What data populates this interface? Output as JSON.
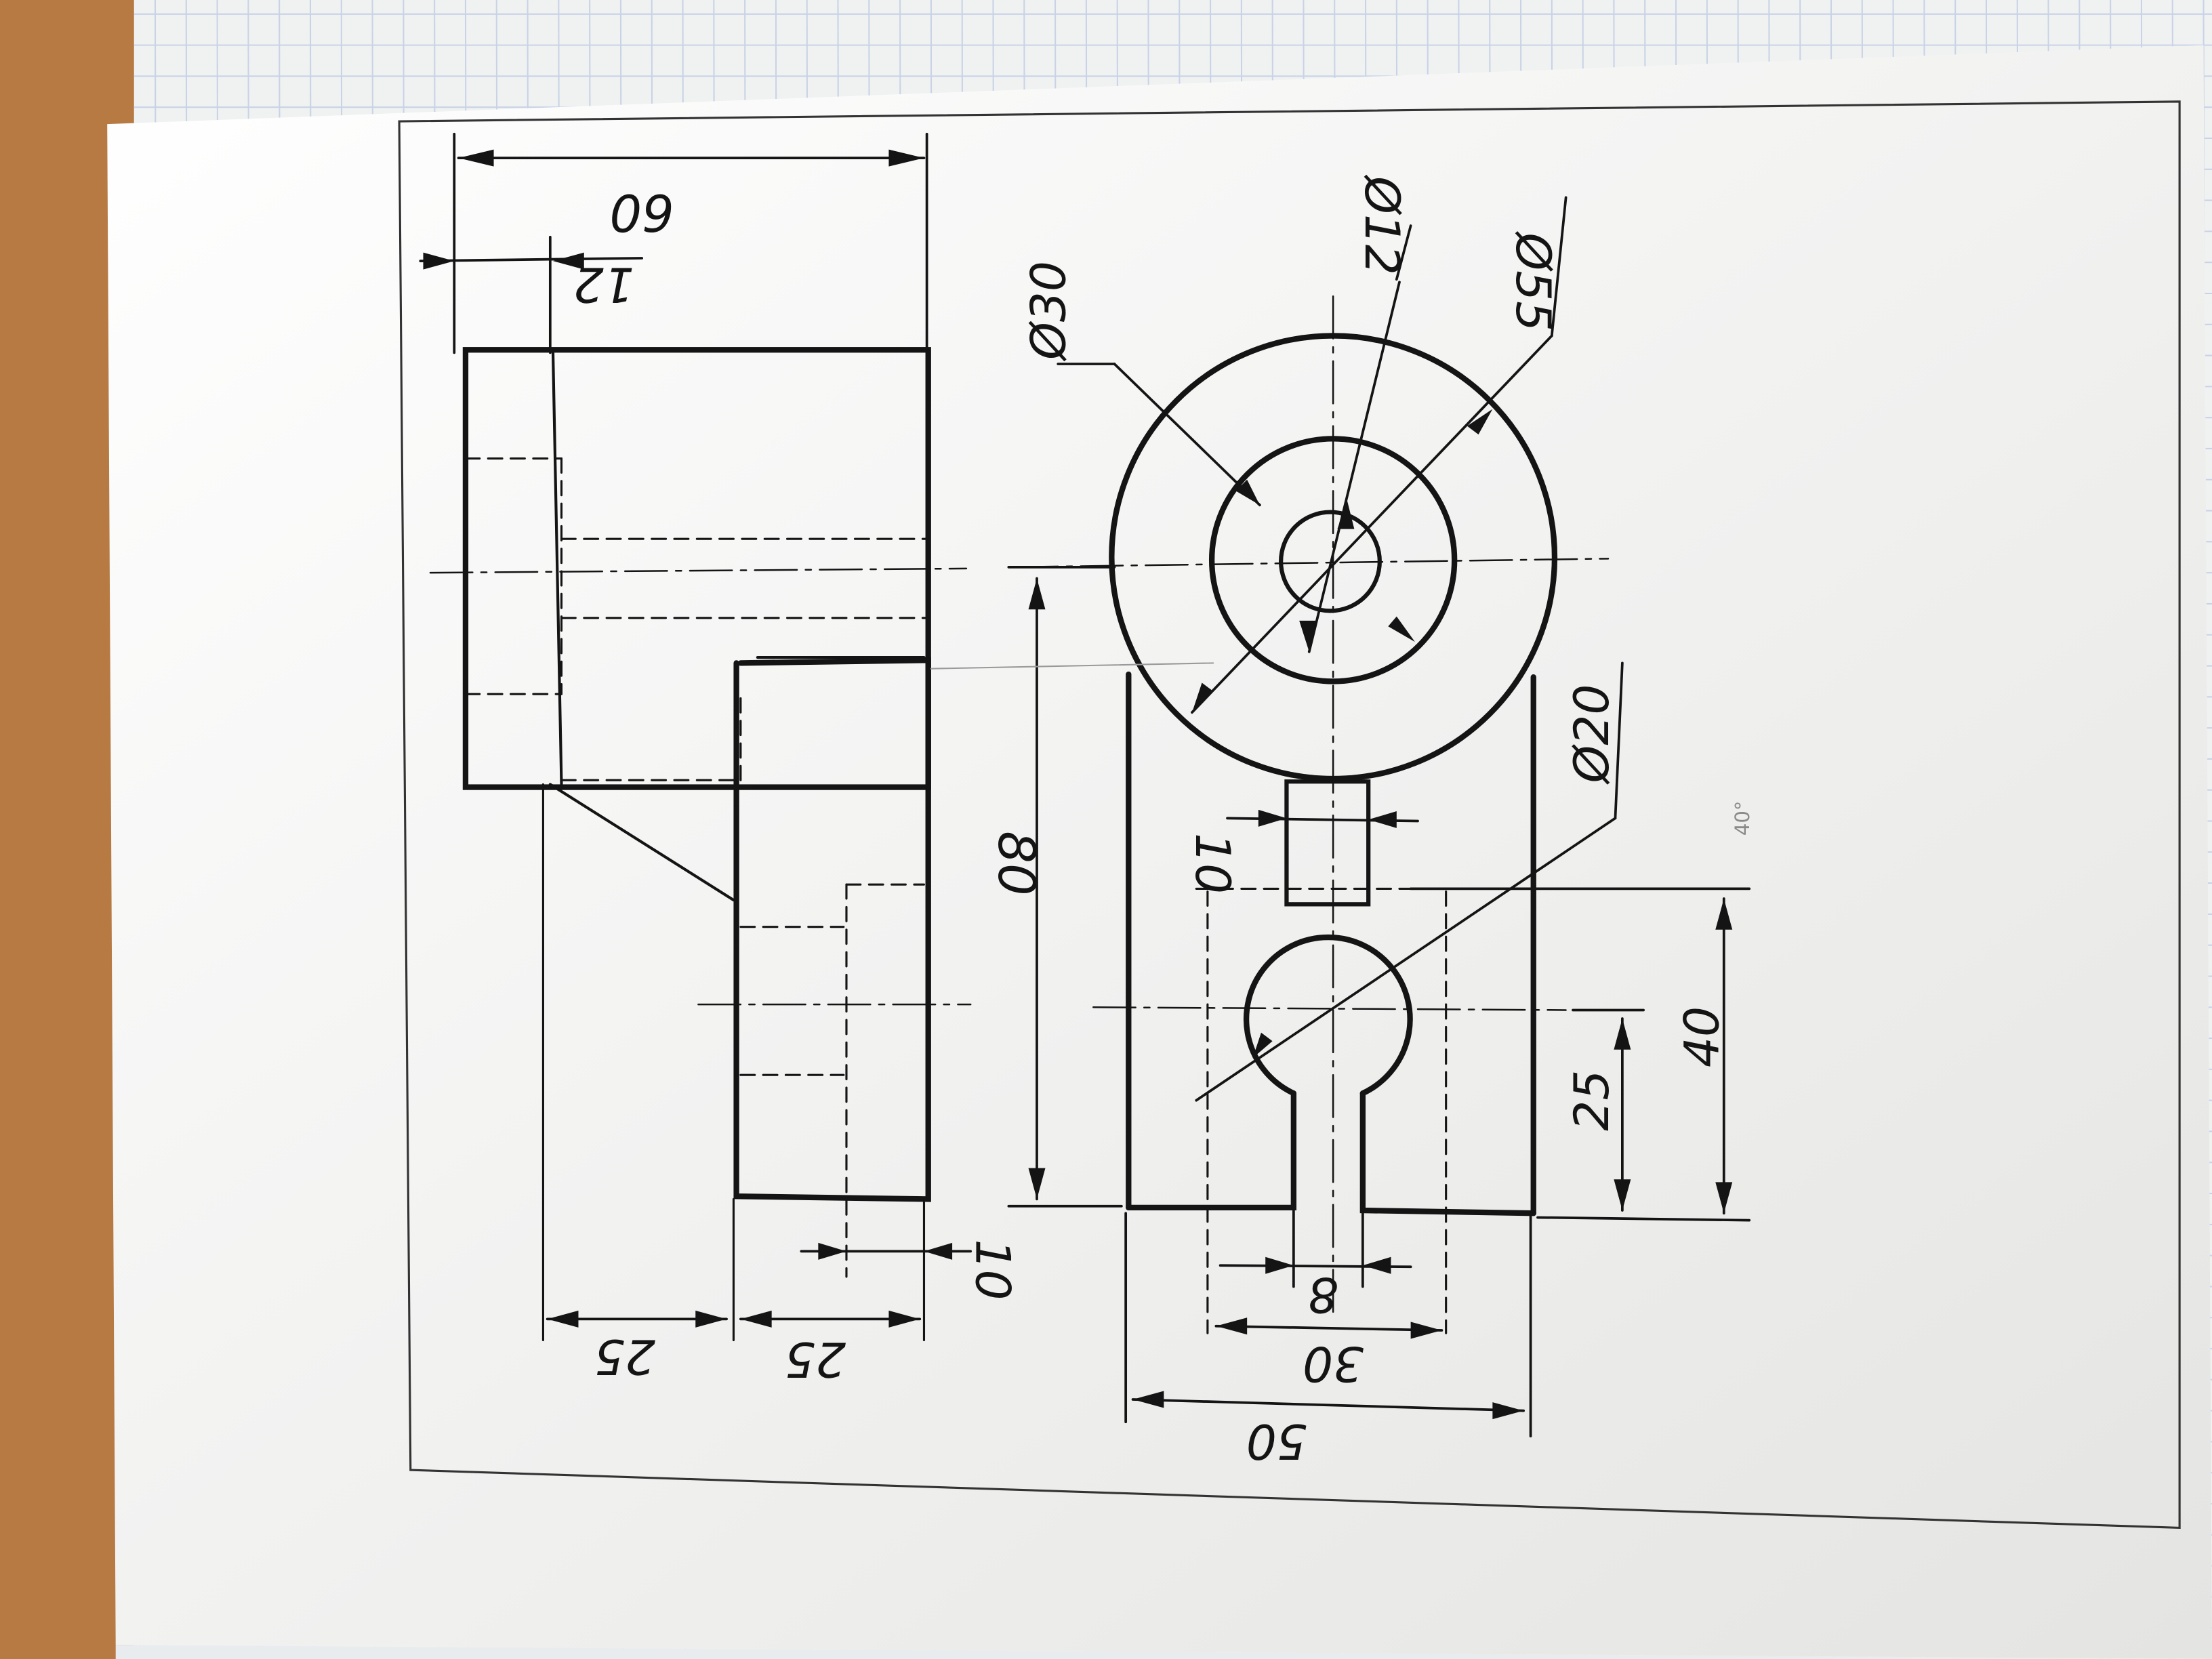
{
  "colors": {
    "desk": "#b77a43",
    "paper": "#f6f6f4",
    "grid_paper": "#f0f2f2",
    "grid_line": "#c9d3e6",
    "ink": "#141414",
    "pencil": "#9a9a9a"
  },
  "drawing": {
    "orientation": "rotated-90-clockwise",
    "views": [
      "side-view",
      "front-view"
    ],
    "dimensions": {
      "overall_length": "60",
      "flange_thickness": "12",
      "base_offset_left": "25",
      "base_offset_right": "25",
      "base_lip": "10",
      "height_to_center": "80",
      "hole_dia_30": "Ø30",
      "hole_dia_12": "Ø12",
      "boss_dia_55": "Ø55",
      "slot_end_dia_20": "Ø20",
      "neck_width": "10",
      "slot_height": "40",
      "slot_center_height": "25",
      "slot_width": "8",
      "slot_outer_width": "30",
      "base_width": "50"
    },
    "pencil_note": "40°"
  }
}
